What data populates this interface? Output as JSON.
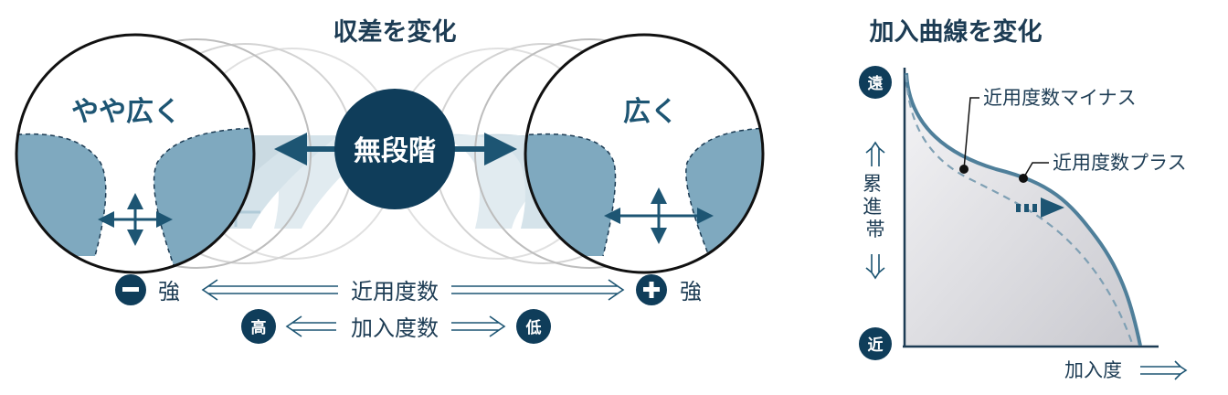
{
  "left_diagram": {
    "title": "収差を変化",
    "lens_left_label": "やや広く",
    "lens_right_label": "広く",
    "center_label": "無段階",
    "row1": {
      "left_badge": "−",
      "left_text": "強",
      "center_text": "近用度数",
      "right_badge": "+",
      "right_text": "強"
    },
    "row2": {
      "left_badge": "高",
      "center_text": "加入度数",
      "right_badge": "低"
    }
  },
  "right_chart": {
    "title": "加入曲線を変化",
    "y_top_label": "遠",
    "y_bottom_label": "近",
    "y_axis_label": "累進帯",
    "x_axis_label": "加入度",
    "annotation_minus": "近用度数マイナス",
    "annotation_plus": "近用度数プラス"
  },
  "colors": {
    "dark_navy": "#0f3d5a",
    "lens_blue": "#7fa9bf",
    "curve_blue": "#4f7f9a"
  }
}
